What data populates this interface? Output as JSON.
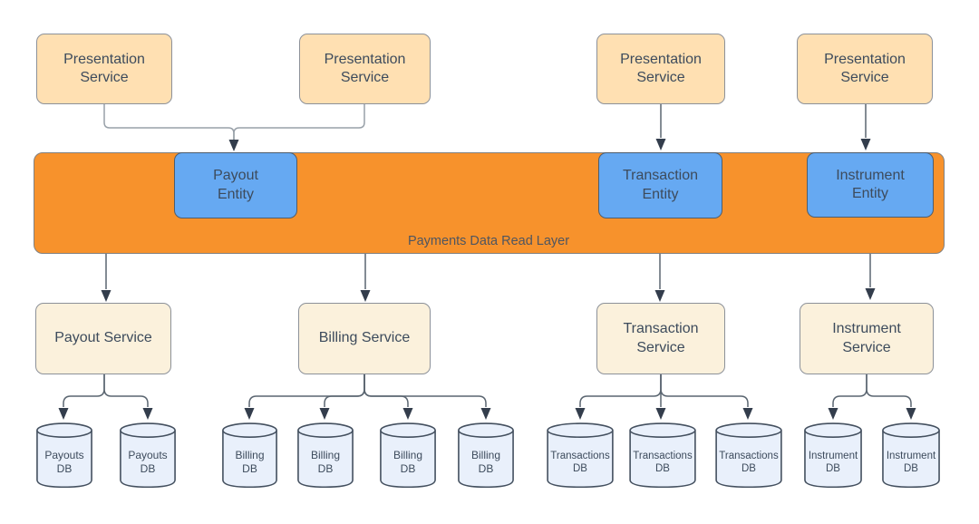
{
  "colors": {
    "band_orange": "#F7922C",
    "entity_blue": "#66A9F2",
    "presentation_peach": "#FFE0B2",
    "service_cream": "#FBF1DC",
    "database_blue": "#E9F0FB",
    "box_border": "#8C9199",
    "line": "#5A6570",
    "arrow": "#333D4C",
    "text": "#3D4B5C"
  },
  "band": {
    "label": "Payments Data Read Layer"
  },
  "presentation_services": [
    {
      "label": "Presentation\nService"
    },
    {
      "label": "Presentation\nService"
    },
    {
      "label": "Presentation\nService"
    },
    {
      "label": "Presentation\nService"
    }
  ],
  "entities": [
    {
      "label": "Payout\nEntity"
    },
    {
      "label": "Transaction\nEntity"
    },
    {
      "label": "Instrument\nEntity"
    }
  ],
  "services": [
    {
      "label": "Payout Service"
    },
    {
      "label": "Billing Service"
    },
    {
      "label": "Transaction\nService"
    },
    {
      "label": "Instrument\nService"
    }
  ],
  "databases": [
    {
      "label": "Payouts\nDB"
    },
    {
      "label": "Payouts\nDB"
    },
    {
      "label": "Billing\nDB"
    },
    {
      "label": "Billing\nDB"
    },
    {
      "label": "Billing\nDB"
    },
    {
      "label": "Billing\nDB"
    },
    {
      "label": "Transactions\nDB"
    },
    {
      "label": "Transactions\nDB"
    },
    {
      "label": "Transactions\nDB"
    },
    {
      "label": "Instrument\nDB"
    },
    {
      "label": "Instrument\nDB"
    }
  ]
}
